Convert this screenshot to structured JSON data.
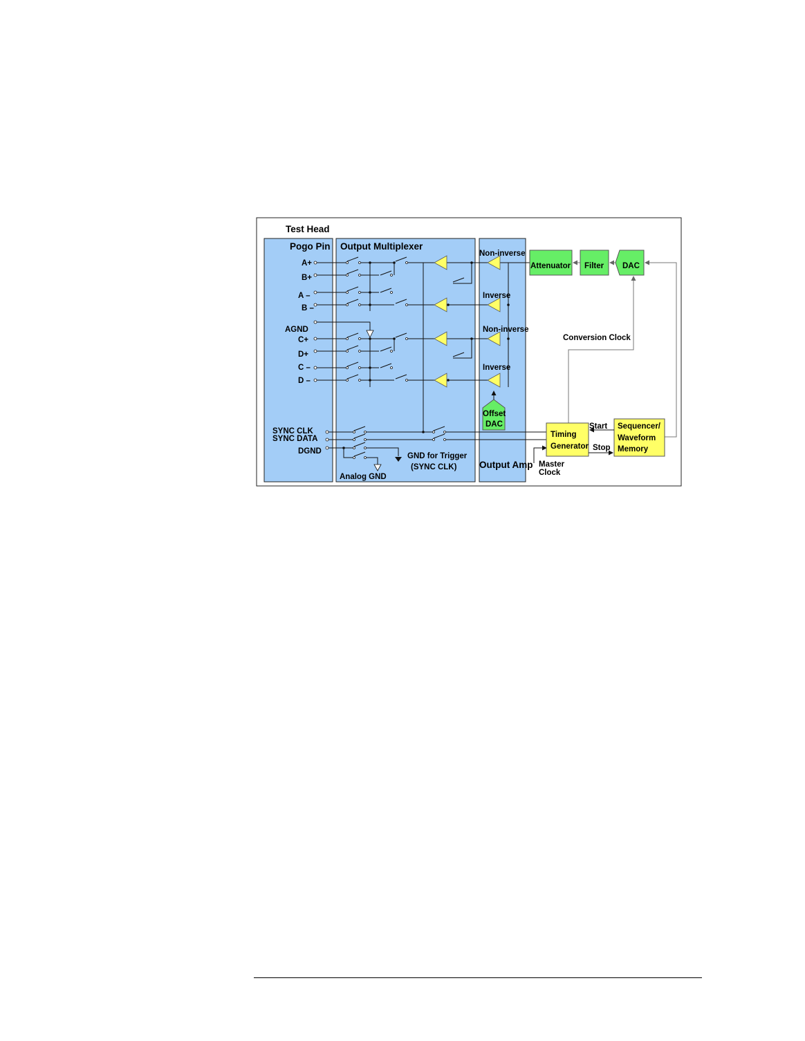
{
  "diagram": {
    "title": "Test Head",
    "panels": {
      "pogo": "Pogo Pin",
      "mux": "Output Multiplexer",
      "amp": "Output Amp"
    },
    "pins": [
      "A+",
      "B+",
      "A –",
      "B –",
      "AGND",
      "C+",
      "D+",
      "C –",
      "D –",
      "SYNC CLK",
      "SYNC DATA",
      "DGND"
    ],
    "amp_labels": [
      "Non-inverse",
      "Inverse",
      "Non-inverse",
      "Inverse"
    ],
    "blocks": {
      "attenuator": "Attenuator",
      "filter": "Filter",
      "dac": "DAC",
      "offset_dac_1": "Offset",
      "offset_dac_2": "DAC",
      "timing_1": "Timing",
      "timing_2": "Generator",
      "seq_1": "Sequencer/",
      "seq_2": "Waveform",
      "seq_3": "Memory"
    },
    "labels": {
      "conversion_clock": "Conversion Clock",
      "start": "Start",
      "stop": "Stop",
      "master_1": "Master",
      "master_2": "Clock",
      "gnd_trigger_1": "GND for Trigger",
      "gnd_trigger_2": "(SYNC CLK)",
      "analog_gnd": "Analog GND"
    }
  }
}
